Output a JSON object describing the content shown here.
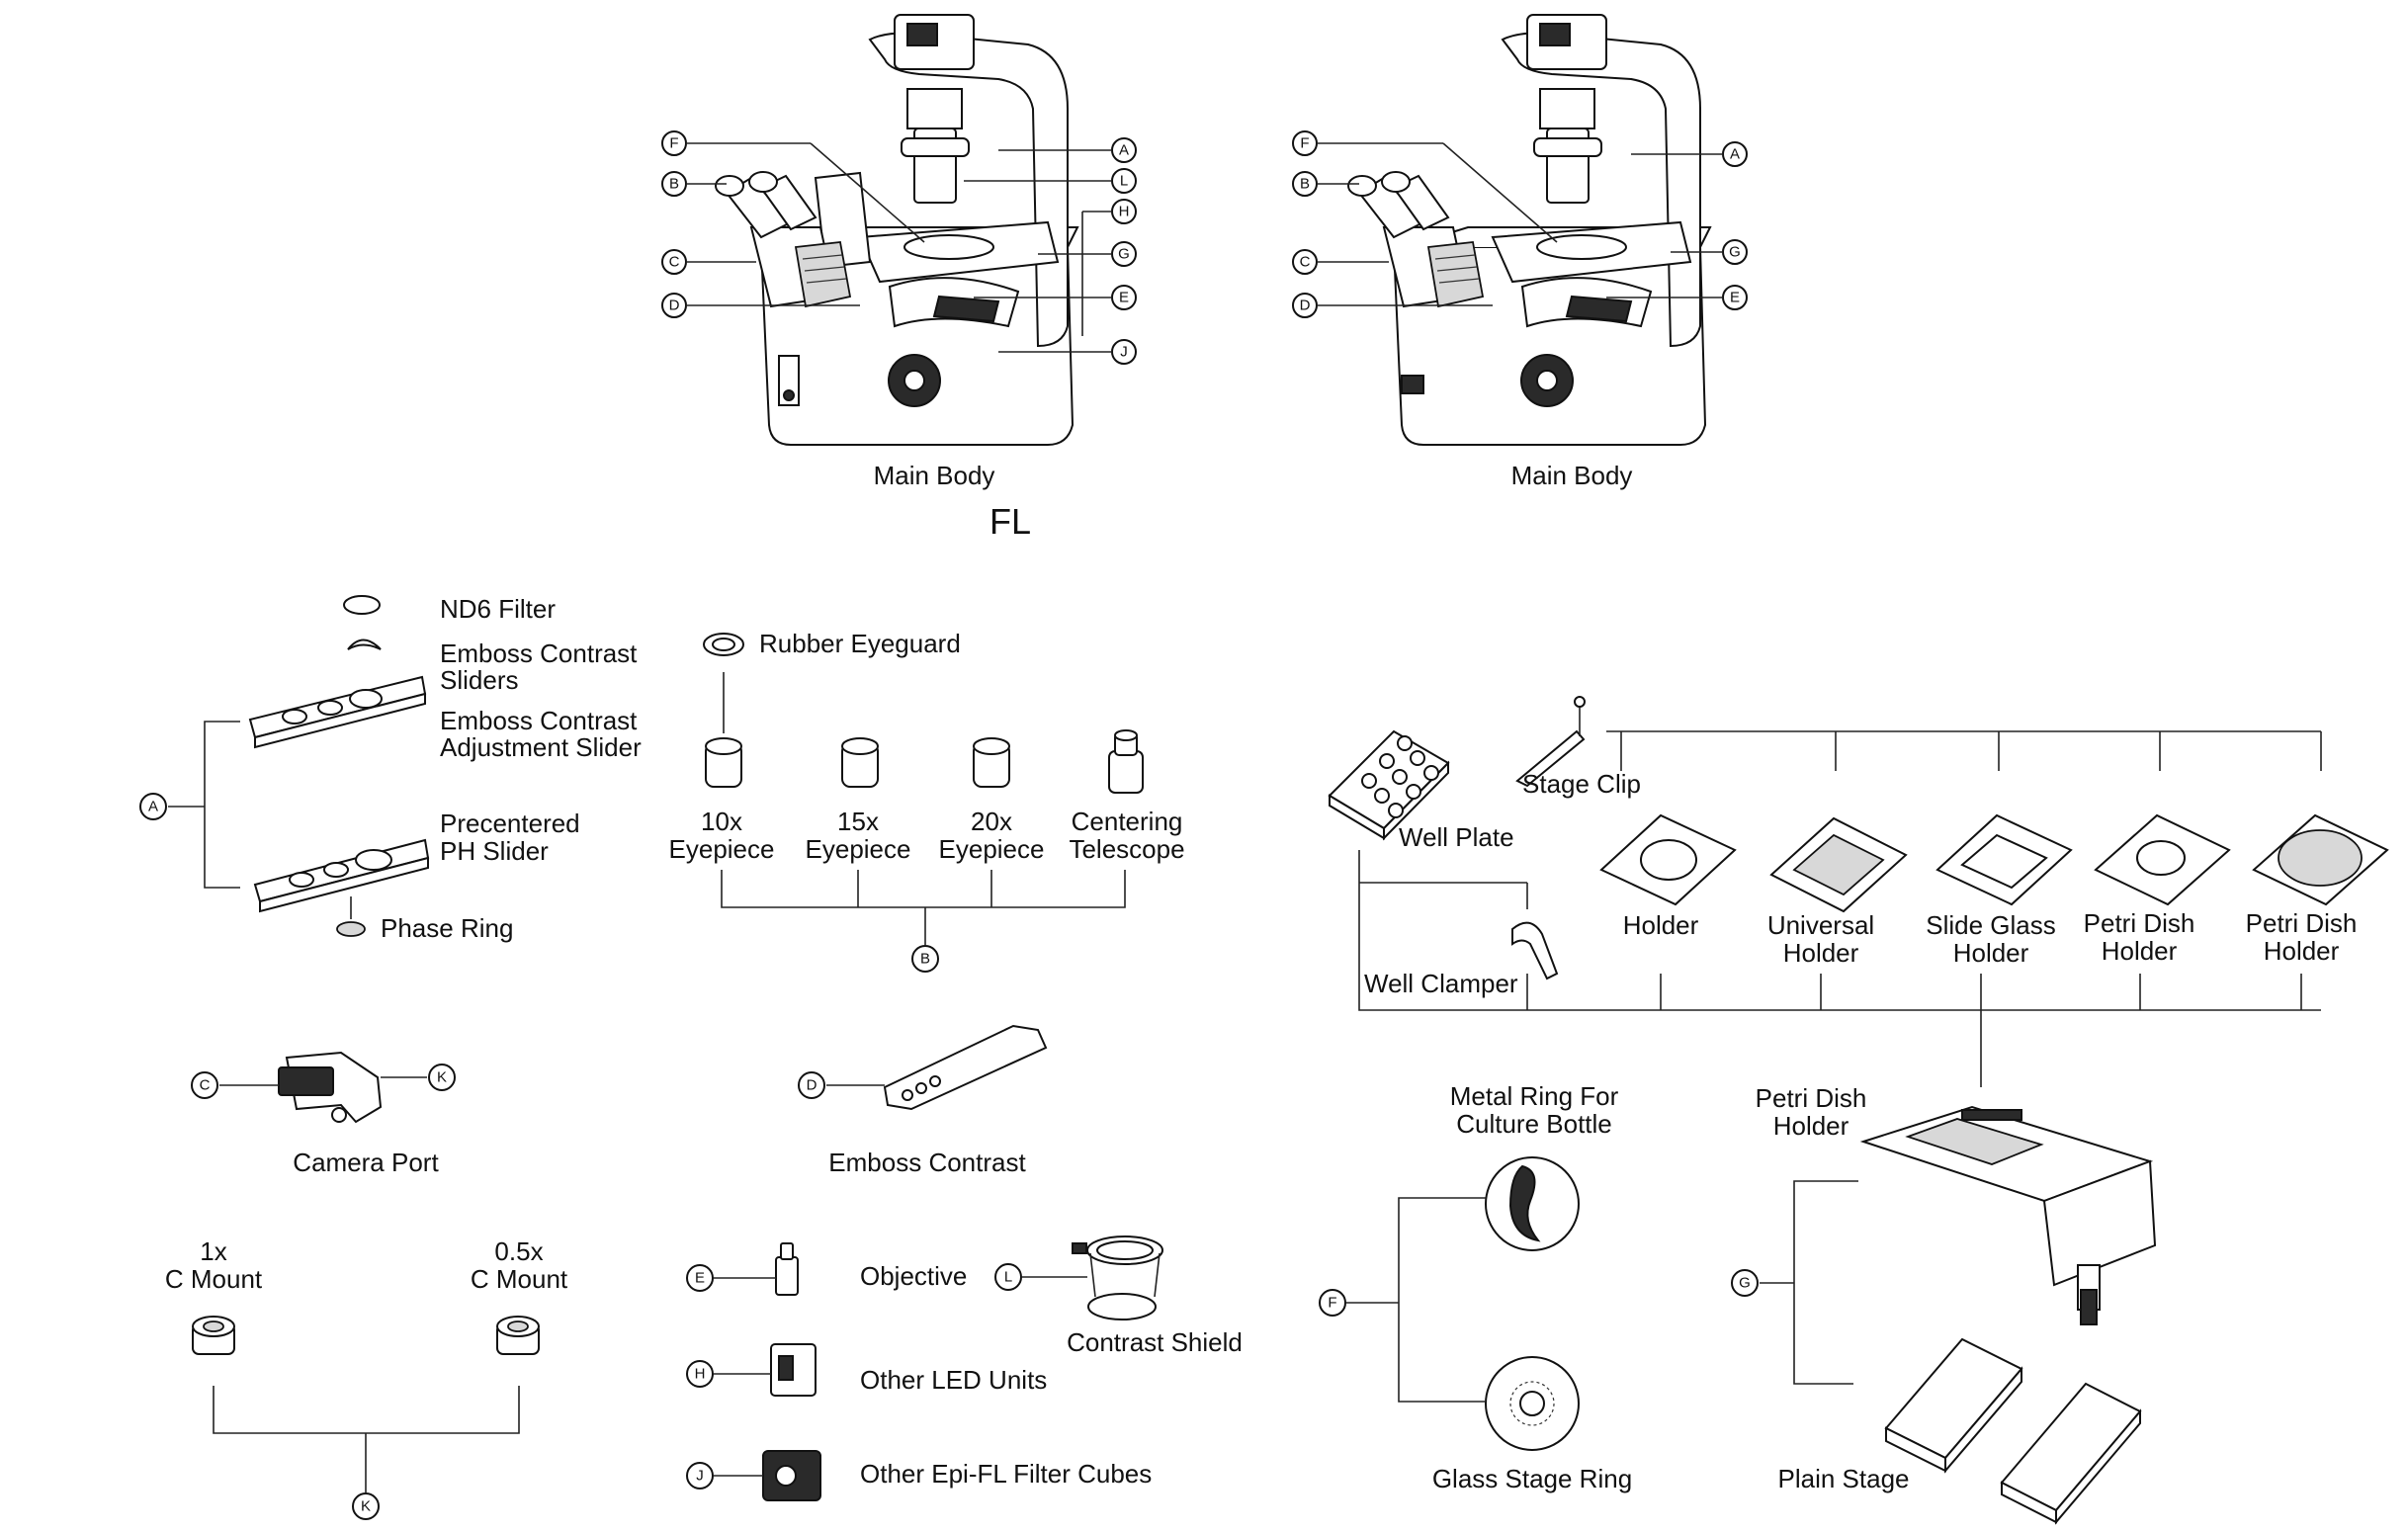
{
  "main_body_fl_label": "Main Body",
  "fl_label": "FL",
  "main_body_label": "Main Body",
  "callouts": {
    "A": "A",
    "B": "B",
    "C": "C",
    "D": "D",
    "E": "E",
    "F": "F",
    "G": "G",
    "H": "H",
    "J": "J",
    "K": "K",
    "L": "L"
  },
  "sliders": {
    "nd6_filter": "ND6 Filter",
    "emboss_sliders_1": "Emboss Contrast",
    "emboss_sliders_2": "Sliders",
    "emboss_adjust_1": "Emboss Contrast",
    "emboss_adjust_2": "Adjustment Slider",
    "precentered_1": "Precentered",
    "precentered_2": "PH Slider",
    "phase_ring": "Phase Ring"
  },
  "eyepieces": {
    "rubber_eyeguard": "Rubber Eyeguard",
    "e10_1": "10x",
    "e10_2": "Eyepiece",
    "e15_1": "15x",
    "e15_2": "Eyepiece",
    "e20_1": "20x",
    "e20_2": "Eyepiece",
    "tel_1": "Centering",
    "tel_2": "Telescope"
  },
  "camera_port": "Camera Port",
  "emboss_contrast": "Emboss Contrast",
  "mounts": {
    "m1_1": "1x",
    "m1_2": "C Mount",
    "m05_1": "0.5x",
    "m05_2": "C Mount"
  },
  "objective": "Objective",
  "other_led_units": "Other LED Units",
  "other_epi_fl": "Other Epi-FL Filter Cubes",
  "contrast_shield": "Contrast Shield",
  "stage": {
    "stage_clip": "Stage Clip",
    "well_plate": "Well Plate",
    "well_clamper": "Well Clamper",
    "holder": "Holder",
    "universal_1": "Universal",
    "universal_2": "Holder",
    "slide_1": "Slide Glass",
    "slide_2": "Holder",
    "petri1_1": "Petri Dish",
    "petri1_2": "Holder",
    "petri2_1": "Petri Dish",
    "petri2_2": "Holder",
    "metal_ring_1": "Metal Ring For",
    "metal_ring_2": "Culture Bottle",
    "glass_stage_ring": "Glass Stage Ring",
    "petri_main_1": "Petri Dish",
    "petri_main_2": "Holder",
    "plain_stage": "Plain Stage"
  }
}
